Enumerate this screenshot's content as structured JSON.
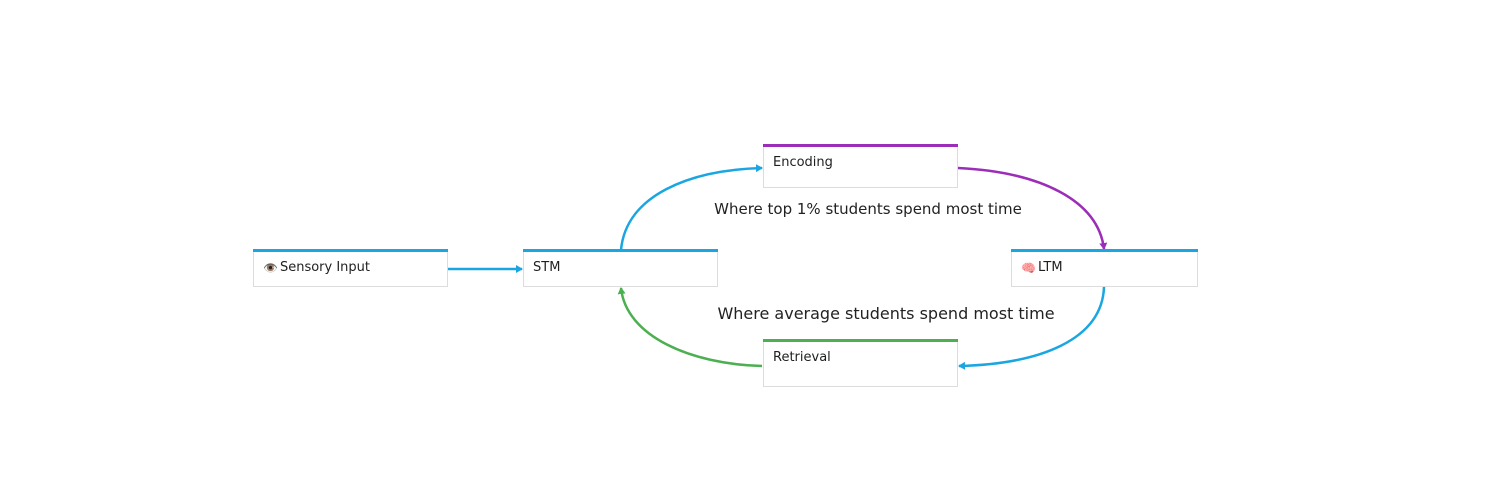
{
  "colors": {
    "blue": "#1aa6e0",
    "purple": "#9c2db8",
    "green": "#4caf50"
  },
  "nodes": {
    "sensory": {
      "label": "Sensory Input",
      "icon": "👁️",
      "icon_name": "eye-icon"
    },
    "stm": {
      "label": "STM"
    },
    "encoding": {
      "label": "Encoding"
    },
    "ltm": {
      "label": "LTM",
      "icon": "🧠",
      "icon_name": "brain-icon"
    },
    "retrieval": {
      "label": "Retrieval"
    }
  },
  "captions": {
    "top": "Where top 1% students spend most time",
    "bottom": "Where average students spend most time"
  }
}
